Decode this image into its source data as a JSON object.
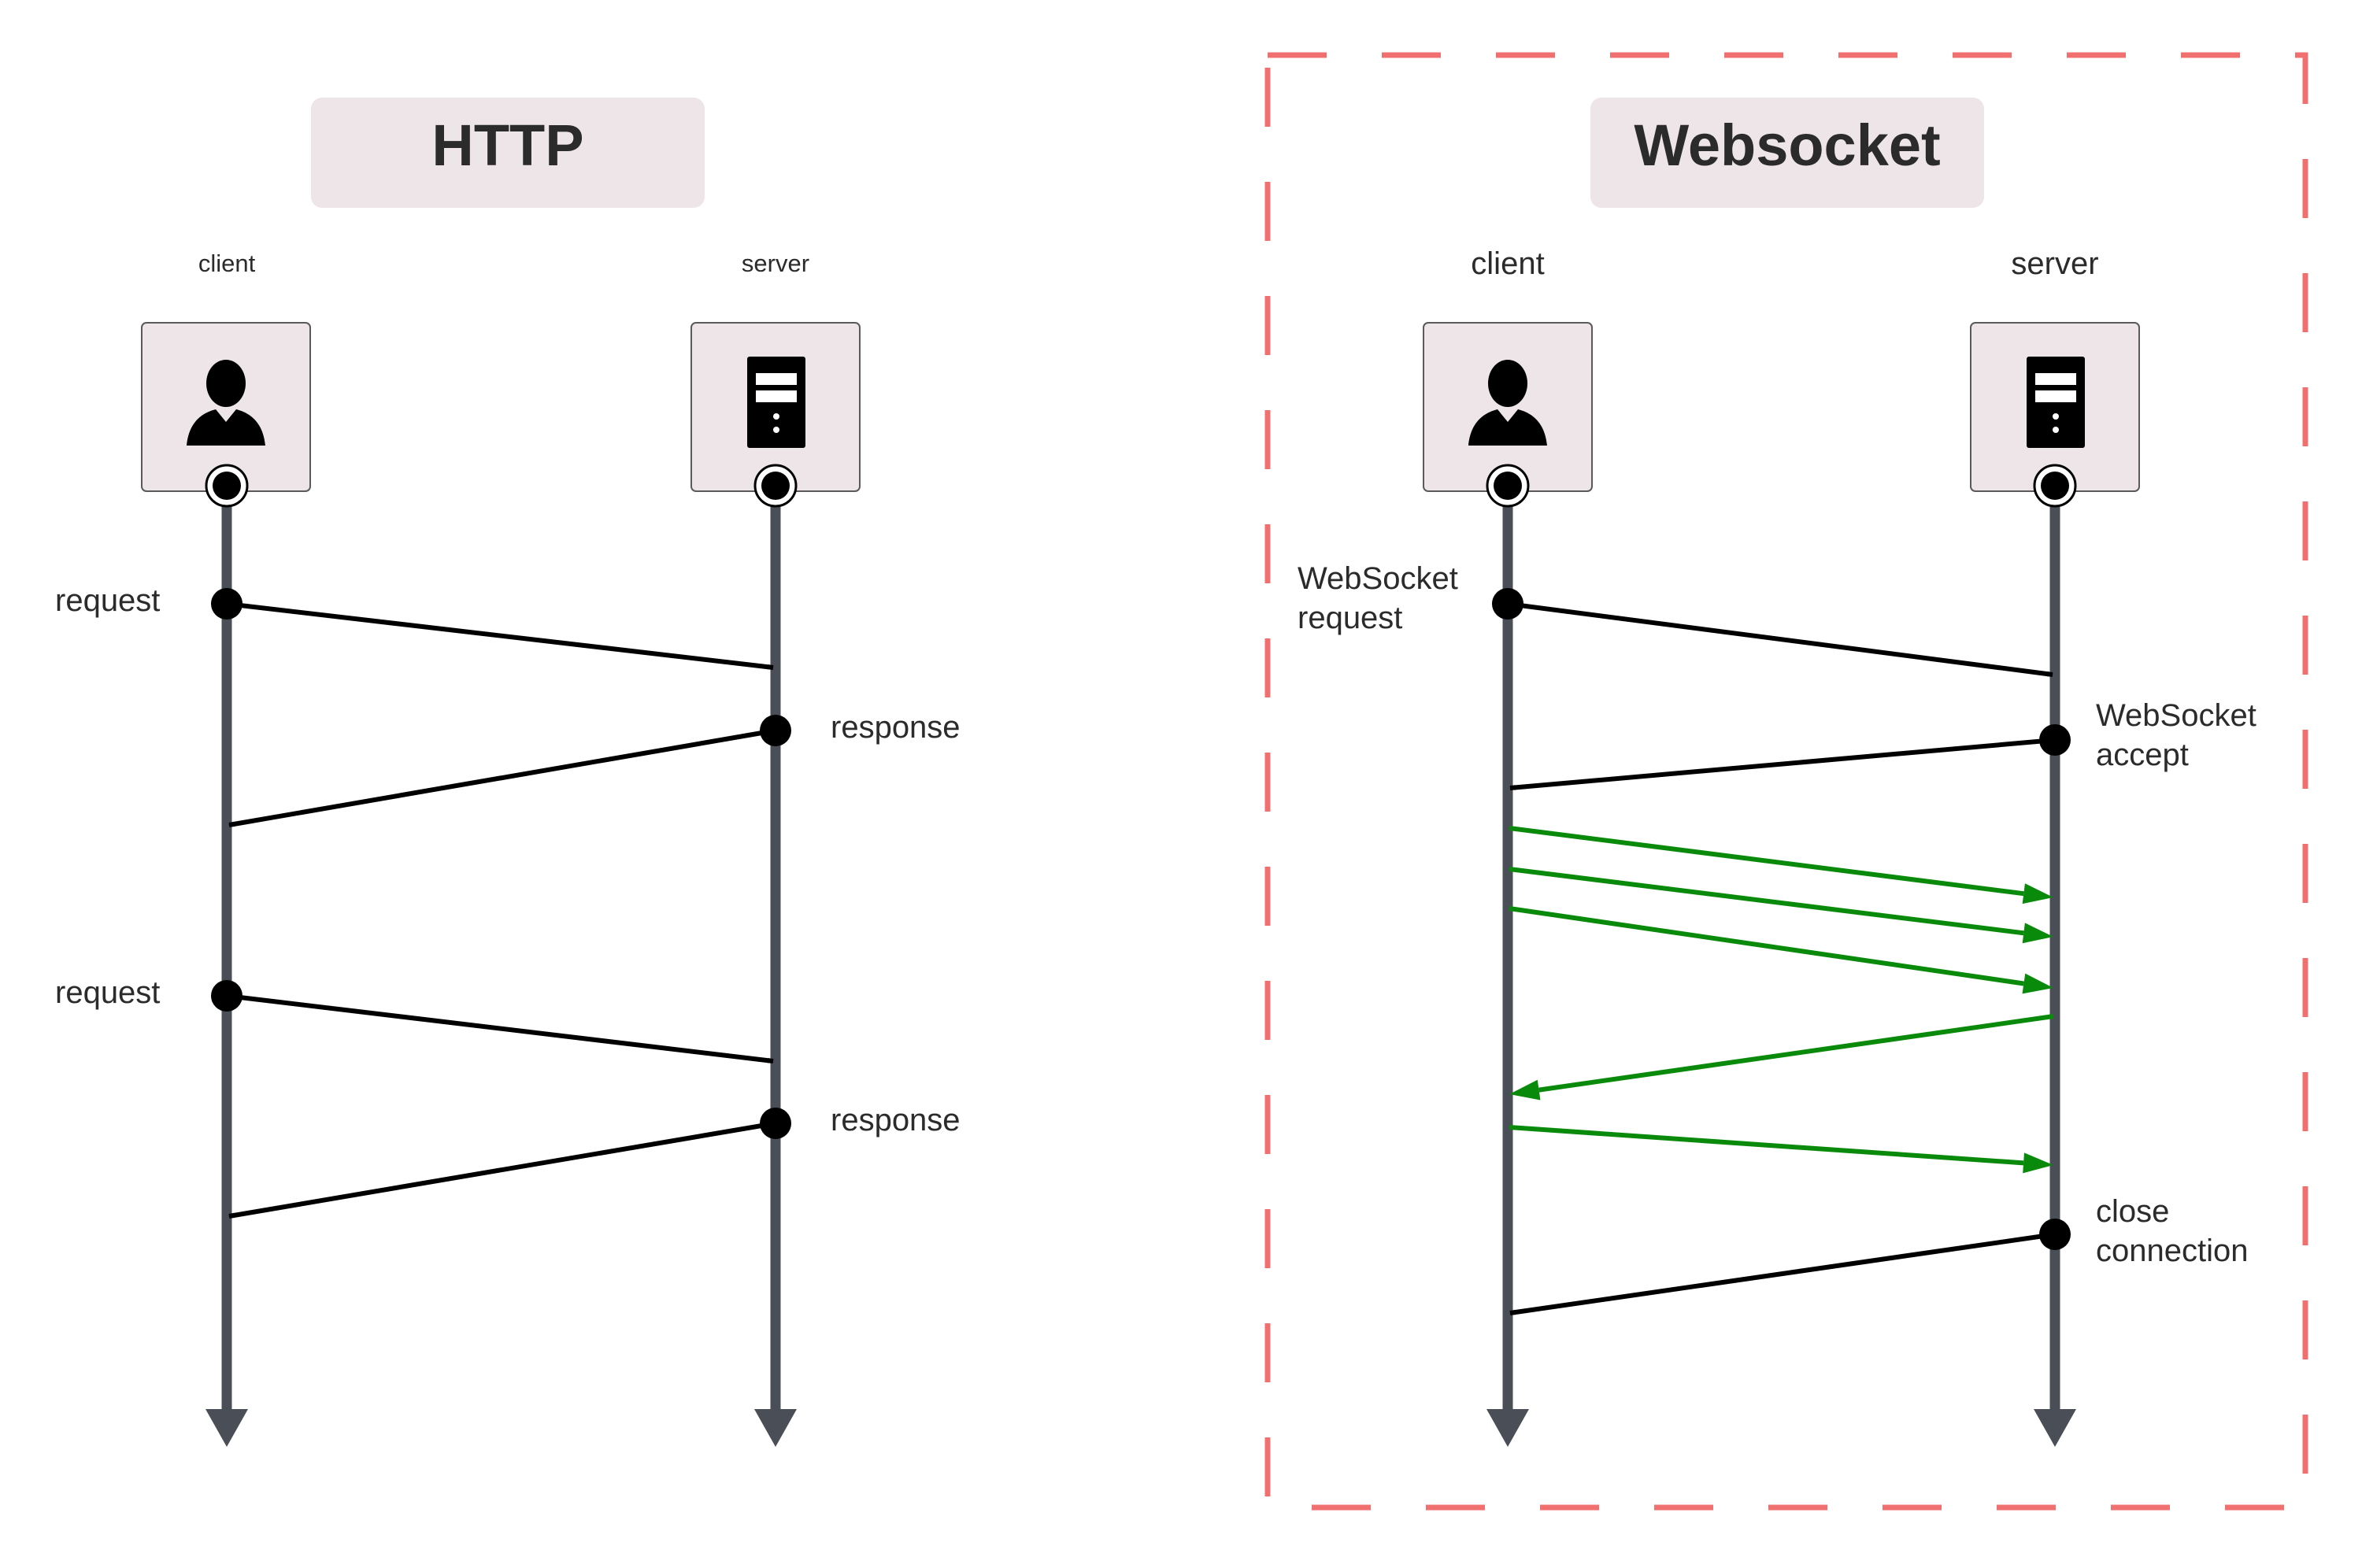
{
  "colors": {
    "lifeline": "#4a4f57",
    "arrow": "#000000",
    "data_arrow": "#0a8a0a",
    "frame": "#f07070",
    "box_fill": "#ede5e7",
    "box_stroke": "#5a5a5a",
    "text": "#2b2b2b"
  },
  "icons": {
    "client": "person-icon",
    "server": "server-icon"
  },
  "http": {
    "title": "HTTP",
    "client_label": "client",
    "server_label": "server",
    "labels": [
      "request",
      "response",
      "request",
      "response"
    ]
  },
  "websocket": {
    "title": "Websocket",
    "client_label": "client",
    "server_label": "server",
    "request_label": [
      "WebSocket",
      "request"
    ],
    "accept_label": [
      "WebSocket",
      "accept"
    ],
    "close_label": [
      "close",
      "connection"
    ]
  }
}
